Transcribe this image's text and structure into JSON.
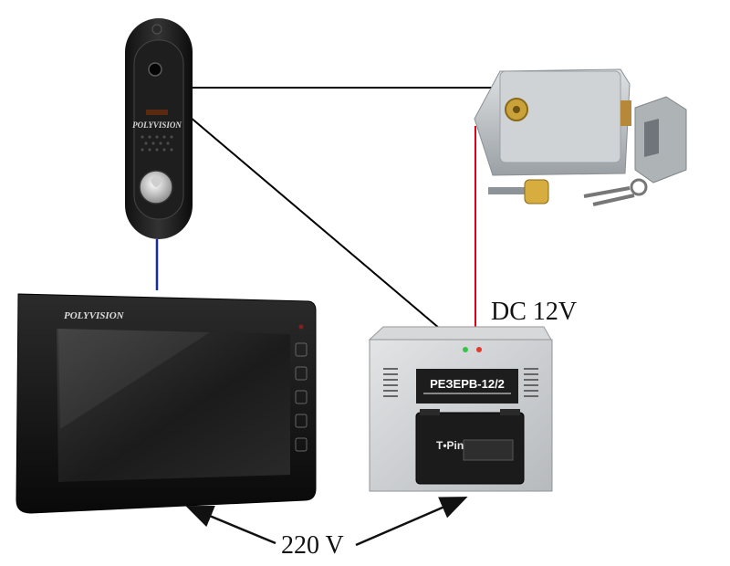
{
  "labels": {
    "dc_voltage": "DC 12V",
    "ac_voltage": "220 V"
  },
  "devices": {
    "door_panel_brand": "POLYVISION",
    "monitor_brand": "POLYVISION",
    "power_supply_model": "РЕЗЕРВ-12/2",
    "battery_brand": "T•Pin"
  },
  "colors": {
    "lock_wire": "#e0001a",
    "monitor_wire": "#1a2aa0",
    "signal_wire": "#000000"
  }
}
